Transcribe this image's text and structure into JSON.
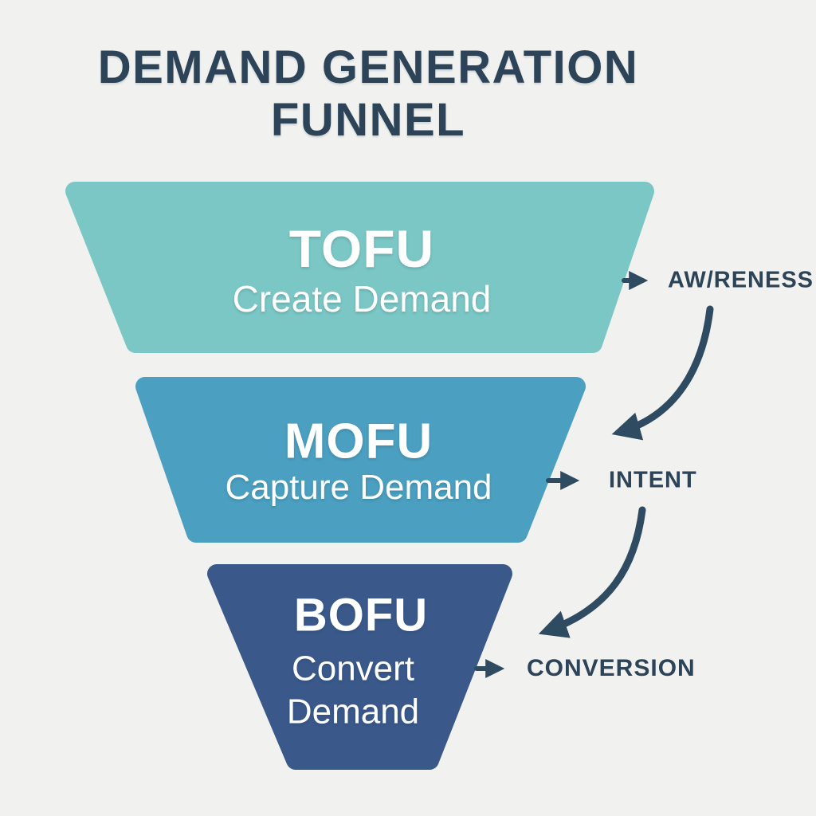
{
  "title": {
    "line1": "DEMAND GENERATION",
    "line2": "FUNNEL"
  },
  "stages": [
    {
      "acronym": "TOFU",
      "label": "Create Demand",
      "outcome": "AW/RENESS",
      "color": "#7BC7C5"
    },
    {
      "acronym": "MOFU",
      "label": "Capture Demand",
      "outcome": "INTENT",
      "color": "#4B9FC0"
    },
    {
      "acronym": "BOFU",
      "label": "Convert Demand",
      "outcome": "CONVERSION",
      "color": "#3A588A"
    }
  ],
  "icons": {
    "straight_arrow": "arrow-right-icon",
    "curved_arrow": "curved-arrow-down-left-icon"
  },
  "colors": {
    "background": "#F1F2F0",
    "heading": "#2D4458",
    "arrow": "#2E4B61",
    "outcome_text": "#2D4358",
    "stage_text": "#FFFFFF"
  }
}
